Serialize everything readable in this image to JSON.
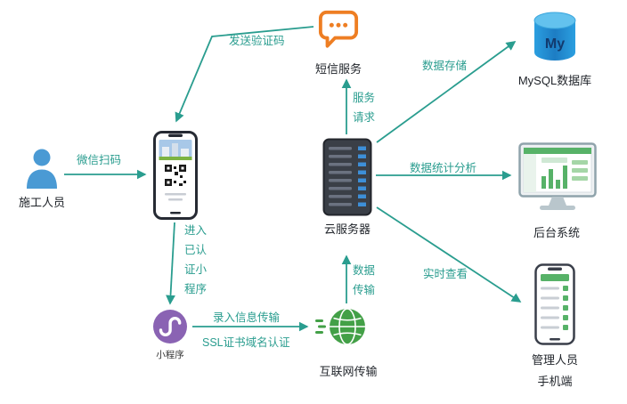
{
  "colors": {
    "arrow": "#2a9d8f",
    "edge_label": "#2a9d8f",
    "node_label": "#1f2329",
    "person_blue": "#4a9ad4",
    "sms_orange": "#ee7e23",
    "mini_program_purple": "#8a63b3",
    "internet_green": "#43a047",
    "server_dark": "#3a3f47",
    "server_led_blue": "#3d8fd8",
    "mysql_blue": "#1d7dc4",
    "ui_green": "#57b268"
  },
  "nodes": {
    "worker": {
      "label": "施工人员"
    },
    "sms_service": {
      "label": "短信服务"
    },
    "mini_program": {
      "label": "小程序"
    },
    "internet": {
      "label": "互联网传输"
    },
    "cloud_server": {
      "label": "云服务器"
    },
    "mysql": {
      "label": "MySQL数据库",
      "icon_text": "My"
    },
    "backend": {
      "label": "后台系统"
    },
    "admin_mobile": {
      "label_line1": "管理人员",
      "label_line2": "手机端"
    }
  },
  "edges": {
    "wechat_scan": {
      "label": "微信扫码"
    },
    "send_code": {
      "label": "发送验证码"
    },
    "enter_mini_program": {
      "lines": [
        "进入",
        "已认",
        "证小",
        "程序"
      ]
    },
    "input_info_transfer": {
      "label": "录入信息传输"
    },
    "ssl_domain_auth": {
      "label": "SSL证书域名认证"
    },
    "data_transfer": {
      "lines": [
        "数据",
        "传输"
      ]
    },
    "service_request": {
      "lines": [
        "服务",
        "请求"
      ]
    },
    "data_storage": {
      "label": "数据存储"
    },
    "data_statistics": {
      "label": "数据统计分析"
    },
    "realtime_view": {
      "label": "实时查看"
    }
  }
}
